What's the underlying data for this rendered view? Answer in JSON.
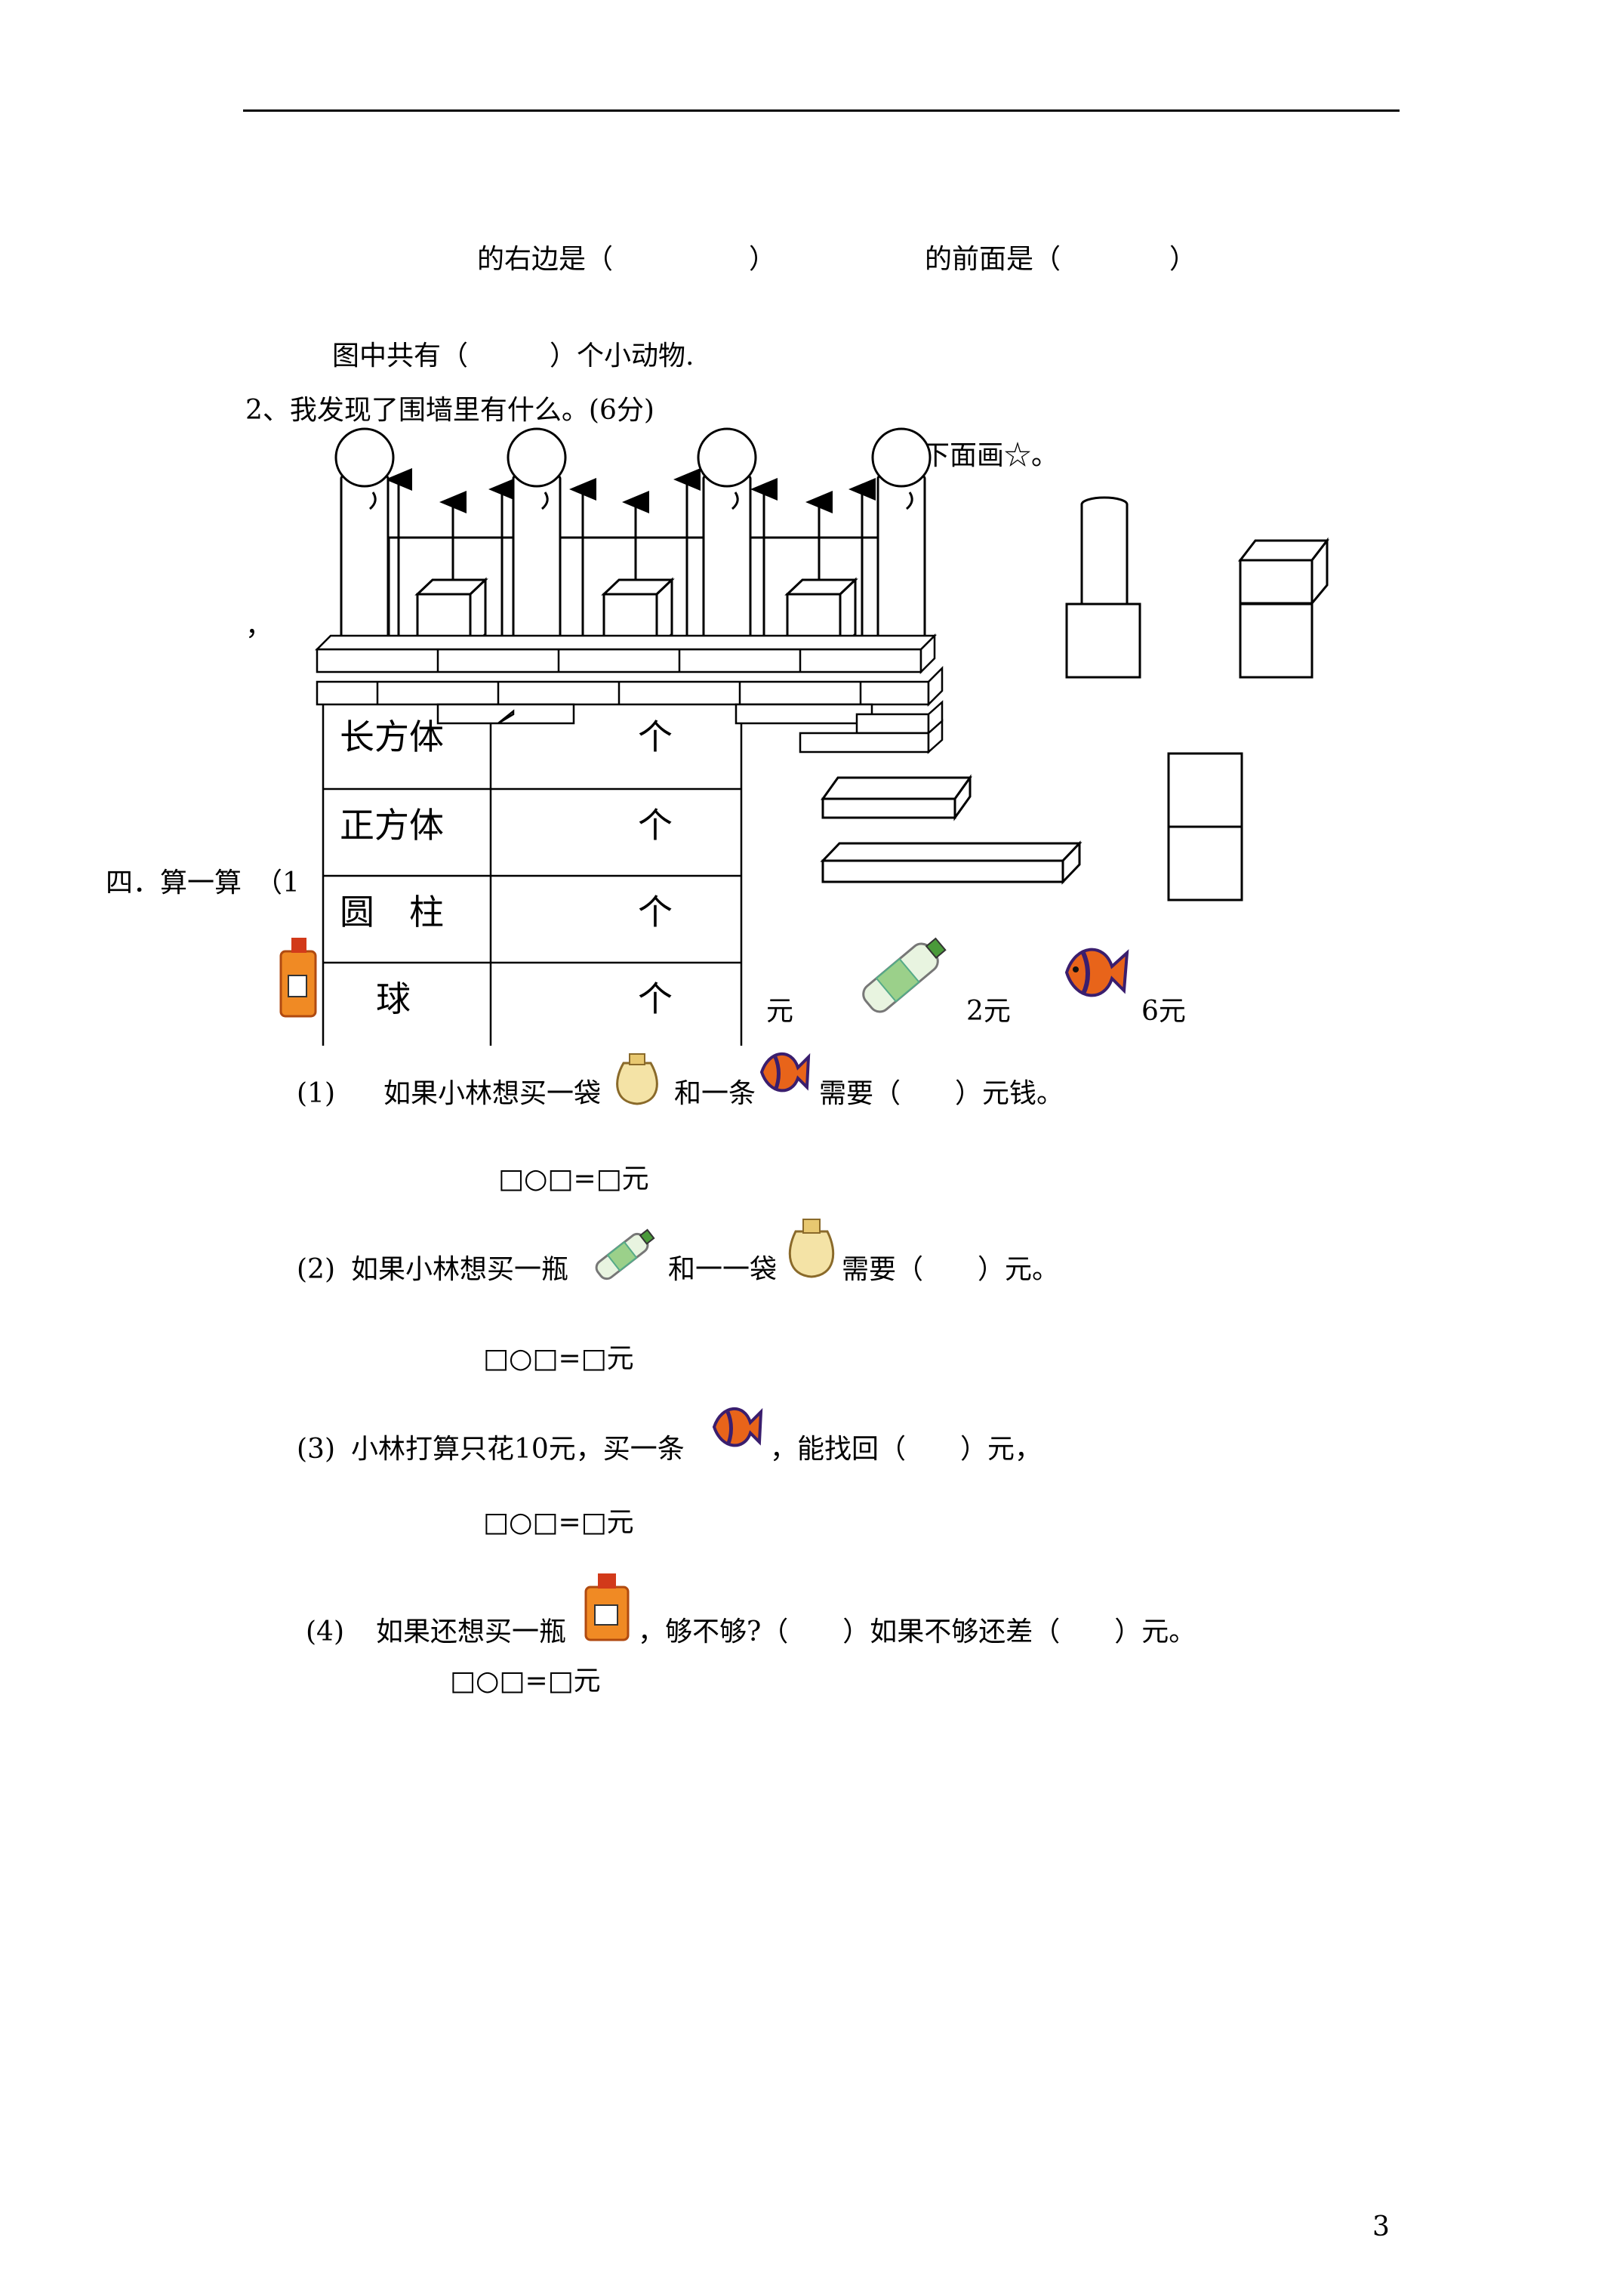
{
  "q_prev": {
    "right_of": "的右边是（　　　　　）",
    "front_of": "的前面是（　　　　）",
    "total_animals": "图中共有（　　　）个小动物."
  },
  "q2": {
    "title": "2、我发现了围墙里有什么。(6分)",
    "draw_star": "下面画☆。",
    "comma": "，",
    "table": [
      {
        "shape": "长方体",
        "unit": "个"
      },
      {
        "shape": "正方体",
        "unit": "个"
      },
      {
        "shape": "圆　柱",
        "unit": "个"
      },
      {
        "shape": "球",
        "unit": "个"
      }
    ]
  },
  "section4": {
    "title": "四．算一算　（1",
    "prices": {
      "yuan_a": "元",
      "bottle": "2元",
      "fish": "6元"
    },
    "q1": {
      "num": "(1)",
      "a": "如果小林想买一袋",
      "b": "和一条",
      "c": "需要（　　）元钱。",
      "eq": "□○□=□元"
    },
    "q2": {
      "num": "(2)",
      "a": "如果小林想买一瓶",
      "b": "和一一袋",
      "c": "需要（　　）元。",
      "eq": "□○□=□元"
    },
    "q3": {
      "num": "(3)",
      "a": "小林打算只花10元，买一条",
      "b": "，能找回（　　）元，",
      "eq": "□○□=□元"
    },
    "q4": {
      "num": "(4)",
      "a": "如果还想买一瓶",
      "b": "，够不够?（　　）如果不够还差（　　）元。",
      "eq": "□○□=□元"
    }
  },
  "page_number": "3",
  "colors": {
    "fish_orange": "#e8641a",
    "fish_dark": "#3a1e6e",
    "jug_orange": "#f08a24",
    "bottle_green": "#9bd08a",
    "bag_cream": "#f4e3a6"
  }
}
